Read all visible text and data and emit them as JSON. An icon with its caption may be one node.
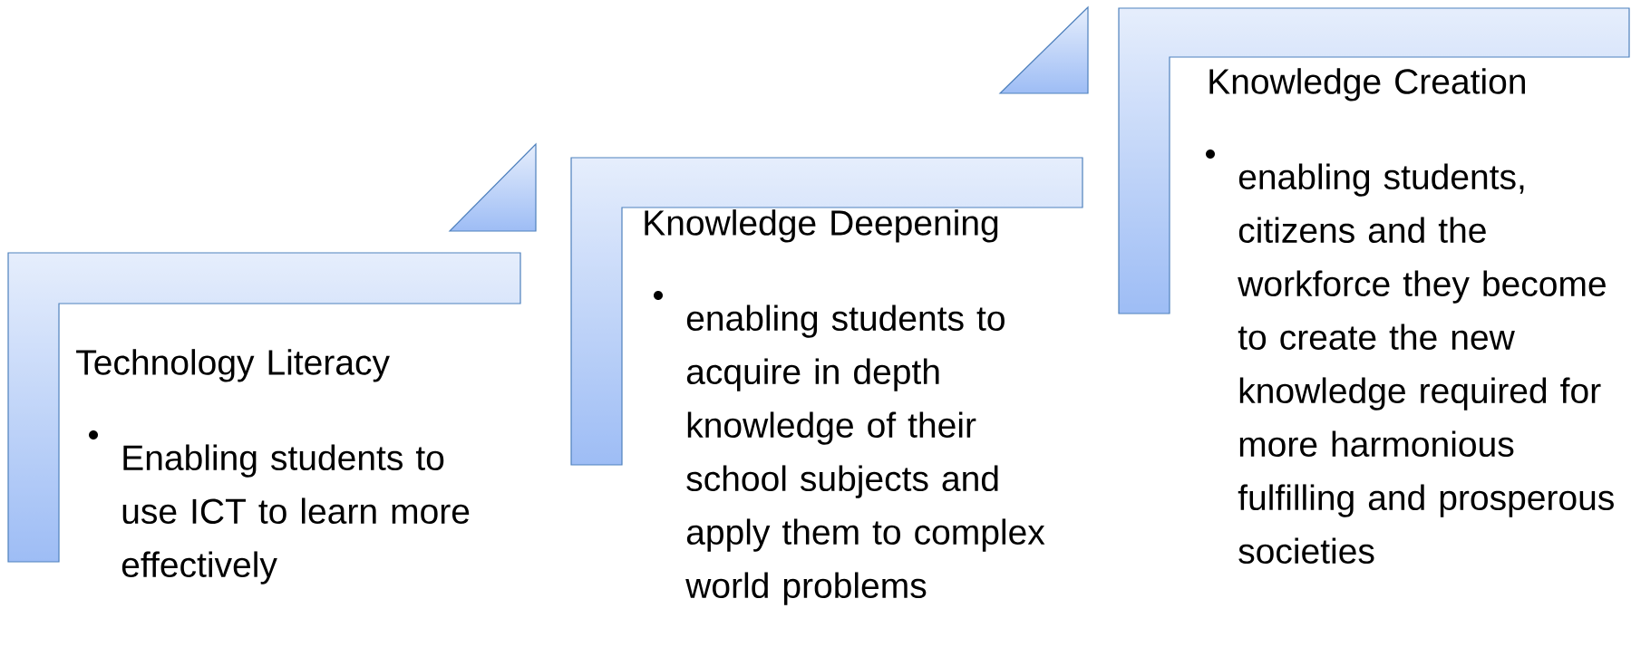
{
  "diagram": {
    "nodes": [
      {
        "text": [
          "Technology Literacy",
          "Enabling students to use ICT to learn more effectively"
        ]
      },
      {
        "text": [
          "Knowledge Deepening",
          "enabling students to acquire in depth knowledge of their school subjects and apply them to complex world problems"
        ]
      },
      {
        "text": [
          "Knowledge Creation",
          "enabling students, citizens and the workforce they become to create the new knowledge required for more harmonious fulfilling and prosperous societies"
        ]
      }
    ]
  }
}
